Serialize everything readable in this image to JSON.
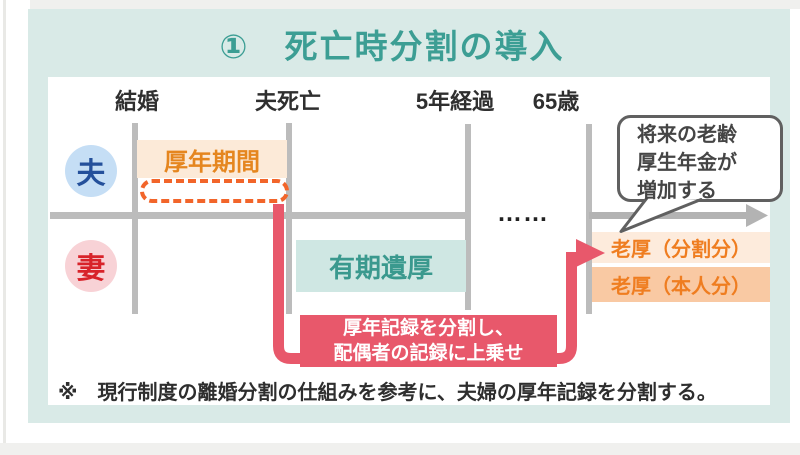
{
  "title": "①　死亡時分割の導入",
  "timeline": {
    "labels": {
      "marriage": "結婚",
      "husband_death": "夫死亡",
      "five_years": "5年経過",
      "age65": "65歳"
    },
    "ellipsis": "……"
  },
  "actors": {
    "husband": "夫",
    "wife": "妻"
  },
  "boxes": {
    "kounen_period": "厚年期間",
    "yuki_ikou": "有期遺厚",
    "rouko_split": "老厚（分割分）",
    "rouko_own": "老厚（本人分）"
  },
  "bubble": {
    "line1": "将来の老齢",
    "line2": "厚生年金が",
    "line3": "増加する"
  },
  "callout": {
    "line1": "厚年記録を分割し、",
    "line2": "配偶者の記録に上乗せ"
  },
  "note": "※　現行制度の離婚分割の仕組みを参考に、夫婦の厚年記録を分割する。",
  "colors": {
    "card_background": "#d9eae7",
    "title_teal": "#3c9e94",
    "timeline_gray": "#bcbcbc",
    "husband_blue_bg": "#c5def5",
    "husband_blue_text": "#24509b",
    "wife_pink_bg": "#f8d2d6",
    "wife_red_text": "#d8232a",
    "kounen_orange_bg": "#fcead8",
    "kounen_orange_text": "#e5861f",
    "dotted_orange": "#f2652a",
    "yuki_teal_bg": "#cfe7e3",
    "yuki_teal_text": "#3a998e",
    "rouko_split_bg": "#fdebdc",
    "rouko_own_bg": "#f9c9a3",
    "rouko_text": "#ef7d20",
    "connector_red": "#e8586b"
  }
}
